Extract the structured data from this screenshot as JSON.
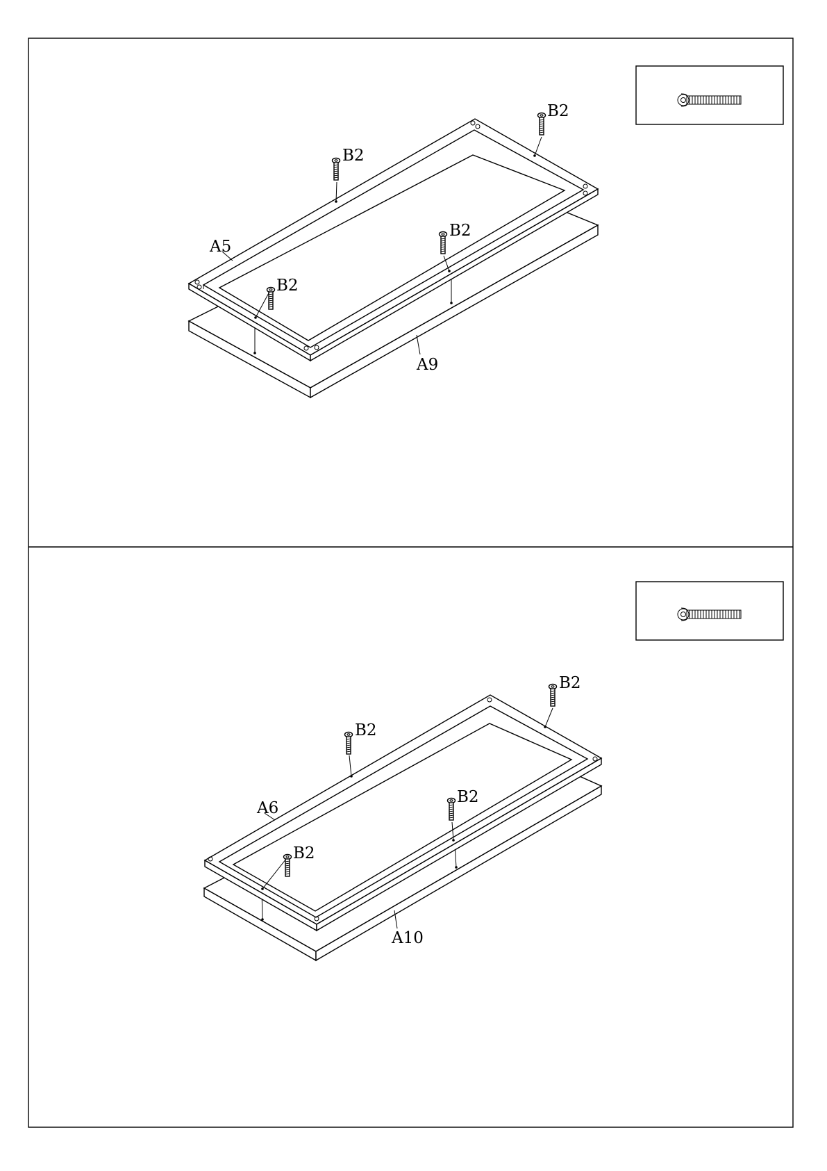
{
  "steps": [
    {
      "frame_label": "A5",
      "panel_label": "A9",
      "screw_labels": [
        "B2",
        "B2",
        "B2",
        "B2"
      ]
    },
    {
      "frame_label": "A6",
      "panel_label": "A10",
      "screw_labels": [
        "B2",
        "B2",
        "B2",
        "B2"
      ]
    }
  ]
}
